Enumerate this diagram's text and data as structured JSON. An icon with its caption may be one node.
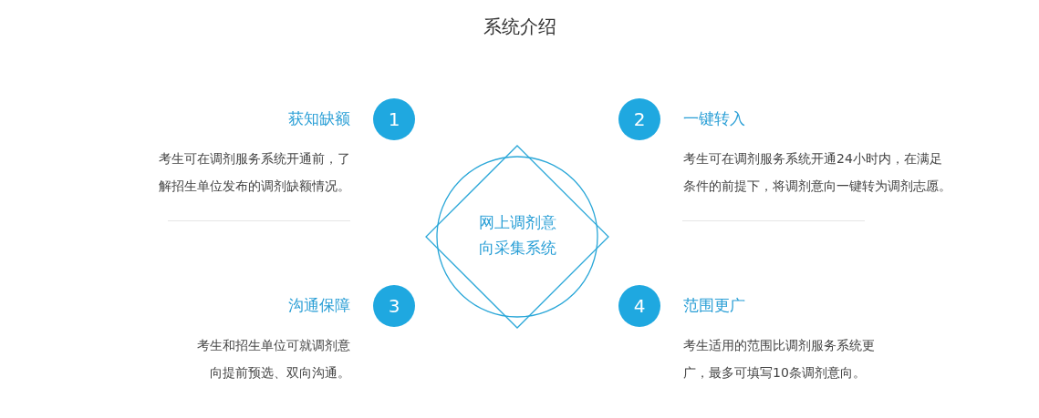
{
  "diagram": {
    "title": "系统介绍",
    "nodes": [
      {
        "text": [
          "1"
        ],
        "beside": [
          "获知缺额",
          "考生可在调剂服务系统开通前，了解招生单位发布的调剂缺额情况。"
        ]
      },
      {
        "text": [
          "2"
        ],
        "beside": [
          "一键转入",
          "考生可在调剂服务系统开通24小时内，在满足条件的前提下，将调剂意向一键转为调剂志愿。"
        ]
      },
      {
        "text": [
          "网上调剂意向采集系统"
        ]
      },
      {
        "text": [
          "3"
        ],
        "beside": [
          "沟通保障",
          "考生和招生单位可就调剂意向提前预选、双向沟通。"
        ]
      },
      {
        "text": [
          "4"
        ],
        "beside": [
          "范围更广",
          "考生适用的范围比调剂服务系统更广，最多可填写10条调剂意向。"
        ]
      }
    ],
    "edges": []
  }
}
